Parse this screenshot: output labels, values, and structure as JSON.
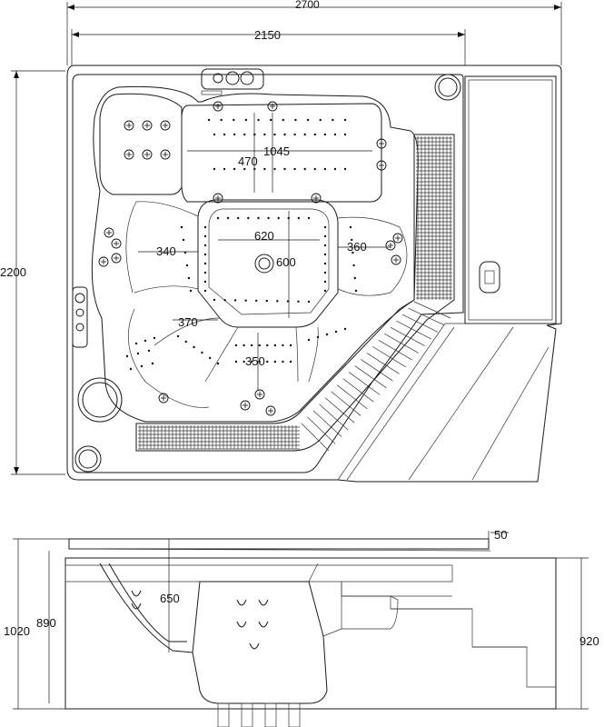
{
  "top_view": {
    "dims": {
      "overall_width": "2700",
      "inner_width": "2150",
      "overall_depth": "2200",
      "lounge_length": "1045",
      "lounge_width": "470",
      "footwell_width": "620",
      "footwell_depth": "600",
      "seat_left": "340",
      "seat_right": "360",
      "seat_lower_left": "370",
      "seat_bottom": "350"
    }
  },
  "side_view": {
    "dims": {
      "rim_thickness": "50",
      "seat_depth": "650",
      "tub_depth": "890",
      "total_height": "1020",
      "skirt_height": "920"
    }
  }
}
